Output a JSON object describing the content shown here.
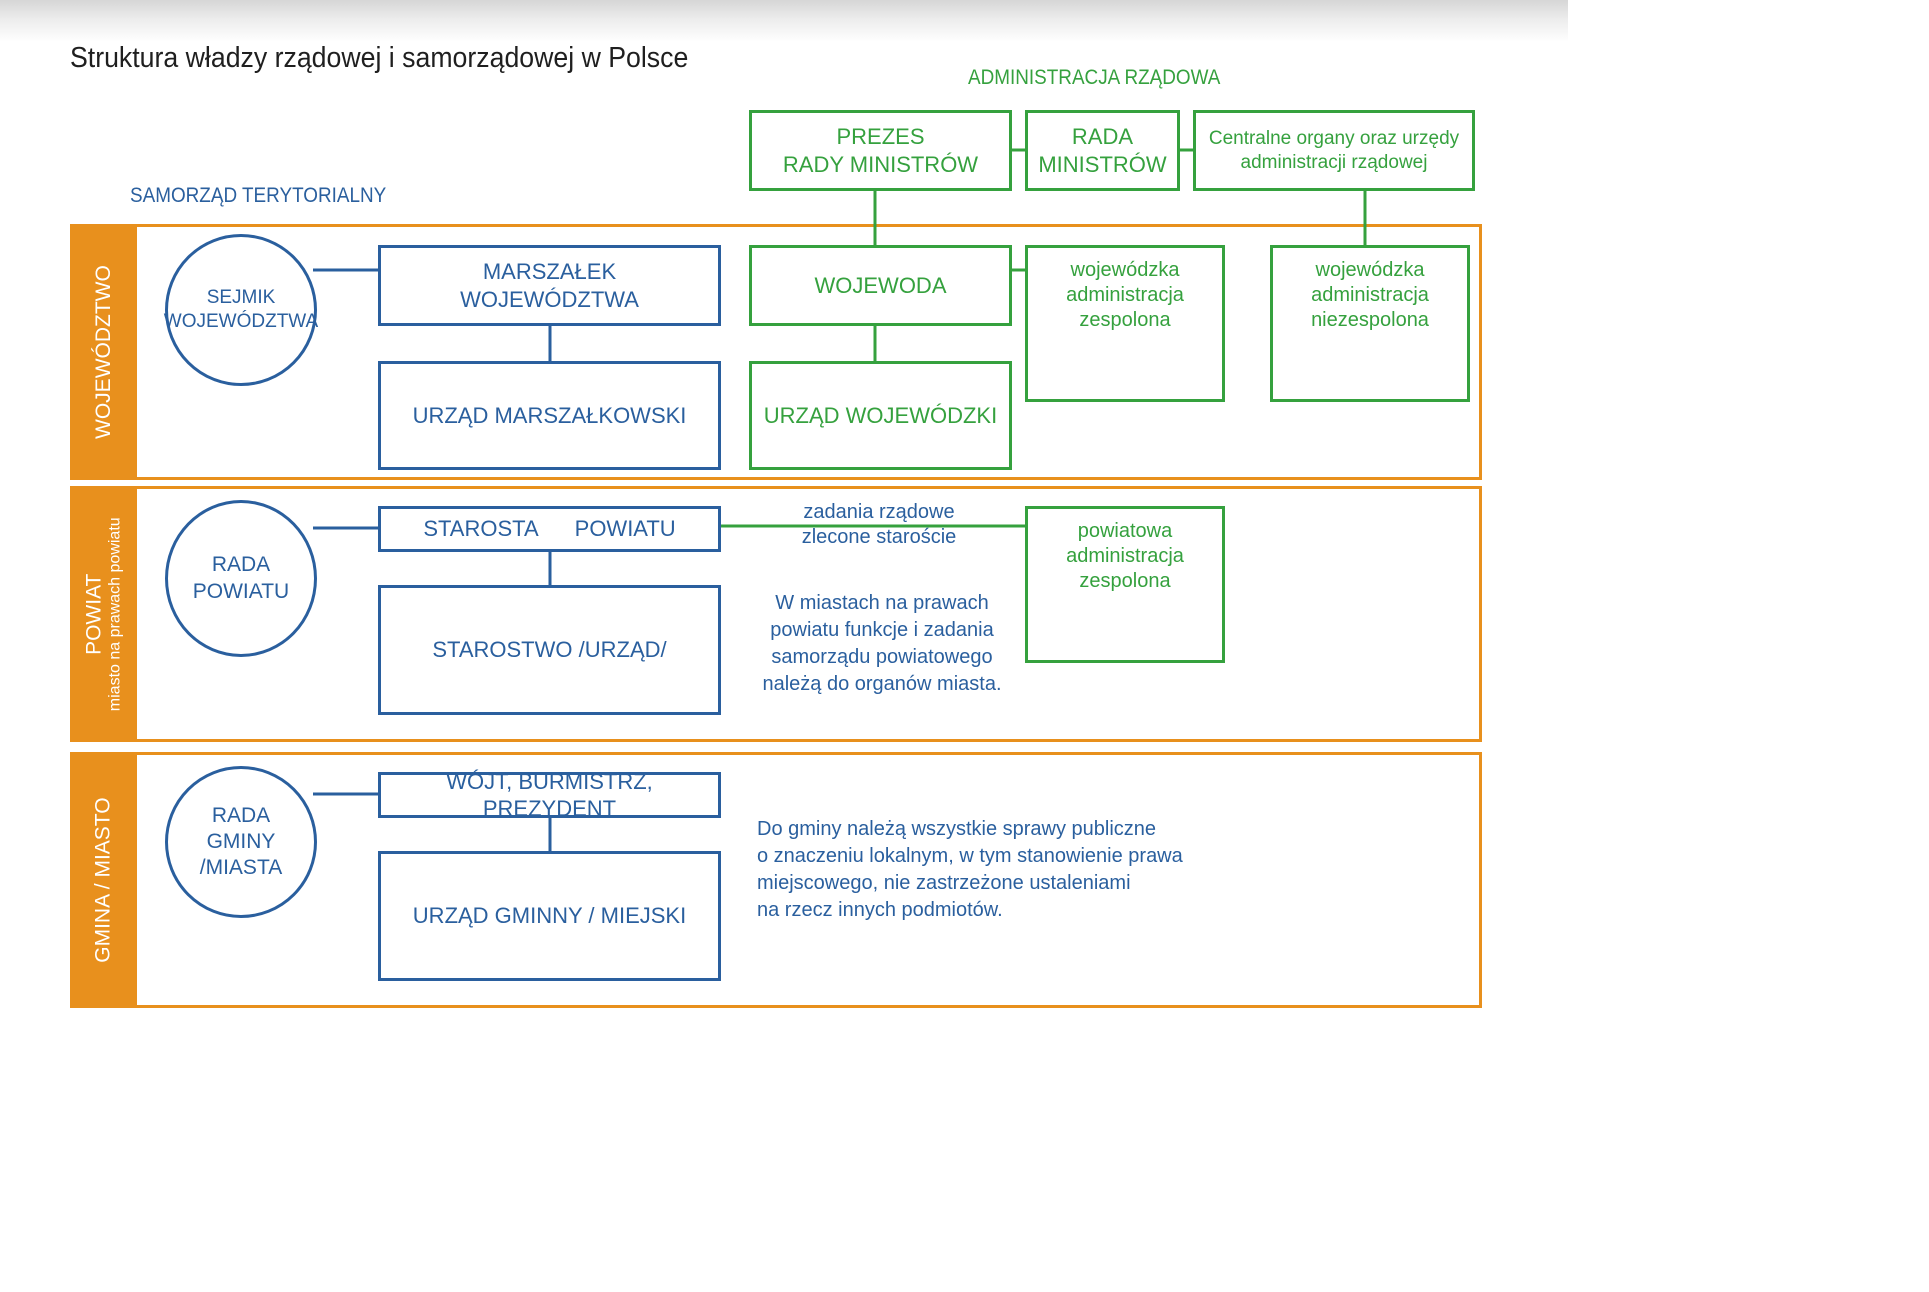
{
  "title": "Struktura władzy rządowej i samorządowej w Polsce",
  "sections": {
    "government": "ADMINISTRACJA RZĄDOWA",
    "self_government": "SAMORZĄD TERYTORIALNY"
  },
  "colors": {
    "self_government_blue": "#2a5f9e",
    "government_green": "#35a13e",
    "band_orange": "#e8901d"
  },
  "government_top": {
    "prime_minister": "PREZES\nRADY MINISTRÓW",
    "council_of_ministers": "RADA\nMINISTRÓW",
    "central_organs": "Centralne organy oraz urzędy\nadministracji rządowej"
  },
  "bands": {
    "wojewodztwo": {
      "label": "WOJEWÓDZTWO",
      "council": "SEJMIK\nWOJEWÓDZTWA",
      "executive": "MARSZAŁEK\nWOJEWÓDZTWA",
      "office": "URZĄD MARSZAŁKOWSKI",
      "governor": "WOJEWODA",
      "governor_office": "URZĄD WOJEWÓDZKI",
      "combined_admin": "wojewódzka\nadministracja\nzespolona",
      "non_combined_admin": "wojewódzka\nadministracja\nniezespolona"
    },
    "powiat": {
      "label": "POWIAT",
      "sublabel": "miasto na prawach powiatu",
      "council": "RADA\nPOWIATU",
      "executive_part1": "STAROSTA",
      "executive_part2": "POWIATU",
      "office": "STAROSTWO /URZĄD/",
      "government_tasks": "zadania rządowe\nzlecone staroście",
      "city_note": "W miastach na prawach\npowiatu funkcje i zadania\nsamorządu powiatowego\nnależą do organów miasta.",
      "combined_admin": "powiatowa\nadministracja\nzespolona"
    },
    "gmina": {
      "label": "GMINA / MIASTO",
      "council": "RADA\nGMINY\n/MIASTA",
      "executive": "WÓJT, BURMISTRZ, PREZYDENT",
      "office": "URZĄD GMINNY / MIEJSKI",
      "note": "Do gminy należą wszystkie sprawy publiczne\no znaczeniu lokalnym, w tym stanowienie prawa\nmiejscowego, nie zastrzeżone ustaleniami\nna rzecz innych podmiotów."
    }
  }
}
